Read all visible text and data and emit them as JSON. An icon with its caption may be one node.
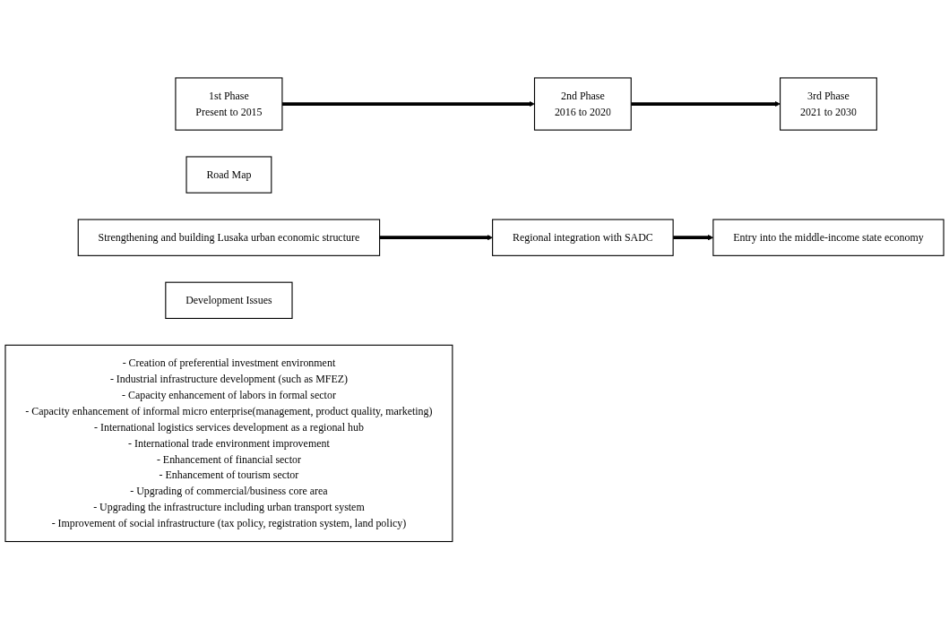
{
  "diagram": {
    "nodes": [
      {
        "text": [
          "1st Phase",
          "Present to 2015"
        ]
      },
      {
        "text": [
          "2nd Phase",
          "2016 to 2020"
        ]
      },
      {
        "text": [
          "3rd Phase",
          "2021 to 2030"
        ]
      },
      {
        "text": [
          "Road Map"
        ]
      },
      {
        "text": [
          "Strengthening and building Lusaka urban economic structure"
        ]
      },
      {
        "text": [
          "Regional integration with SADC"
        ]
      },
      {
        "text": [
          "Entry into the middle-income state economy"
        ]
      },
      {
        "text": [
          "Development Issues"
        ]
      },
      {
        "text": [
          "- Creation of preferential investment environment",
          "- Industrial infrastructure development (such as MFEZ)",
          "- Capacity enhancement of labors in formal sector",
          "- Capacity enhancement of informal micro enterprise(management, product quality, marketing)",
          "- International logistics services development as a regional hub",
          "- International trade environment improvement",
          "- Enhancement of financial sector",
          "- Enhancement of tourism sector",
          "- Upgrading of commercial/business core area",
          "- Upgrading the infrastructure including urban transport system",
          "- Improvement of social infrastructure (tax policy, registration system, land policy)"
        ]
      }
    ],
    "edges": [
      {
        "from": 0,
        "to": 1,
        "arrow": "to"
      },
      {
        "from": 1,
        "to": 2,
        "arrow": "to"
      },
      {
        "from": 4,
        "to": 5,
        "arrow": "to"
      },
      {
        "from": 5,
        "to": 6,
        "arrow": "to"
      }
    ]
  }
}
